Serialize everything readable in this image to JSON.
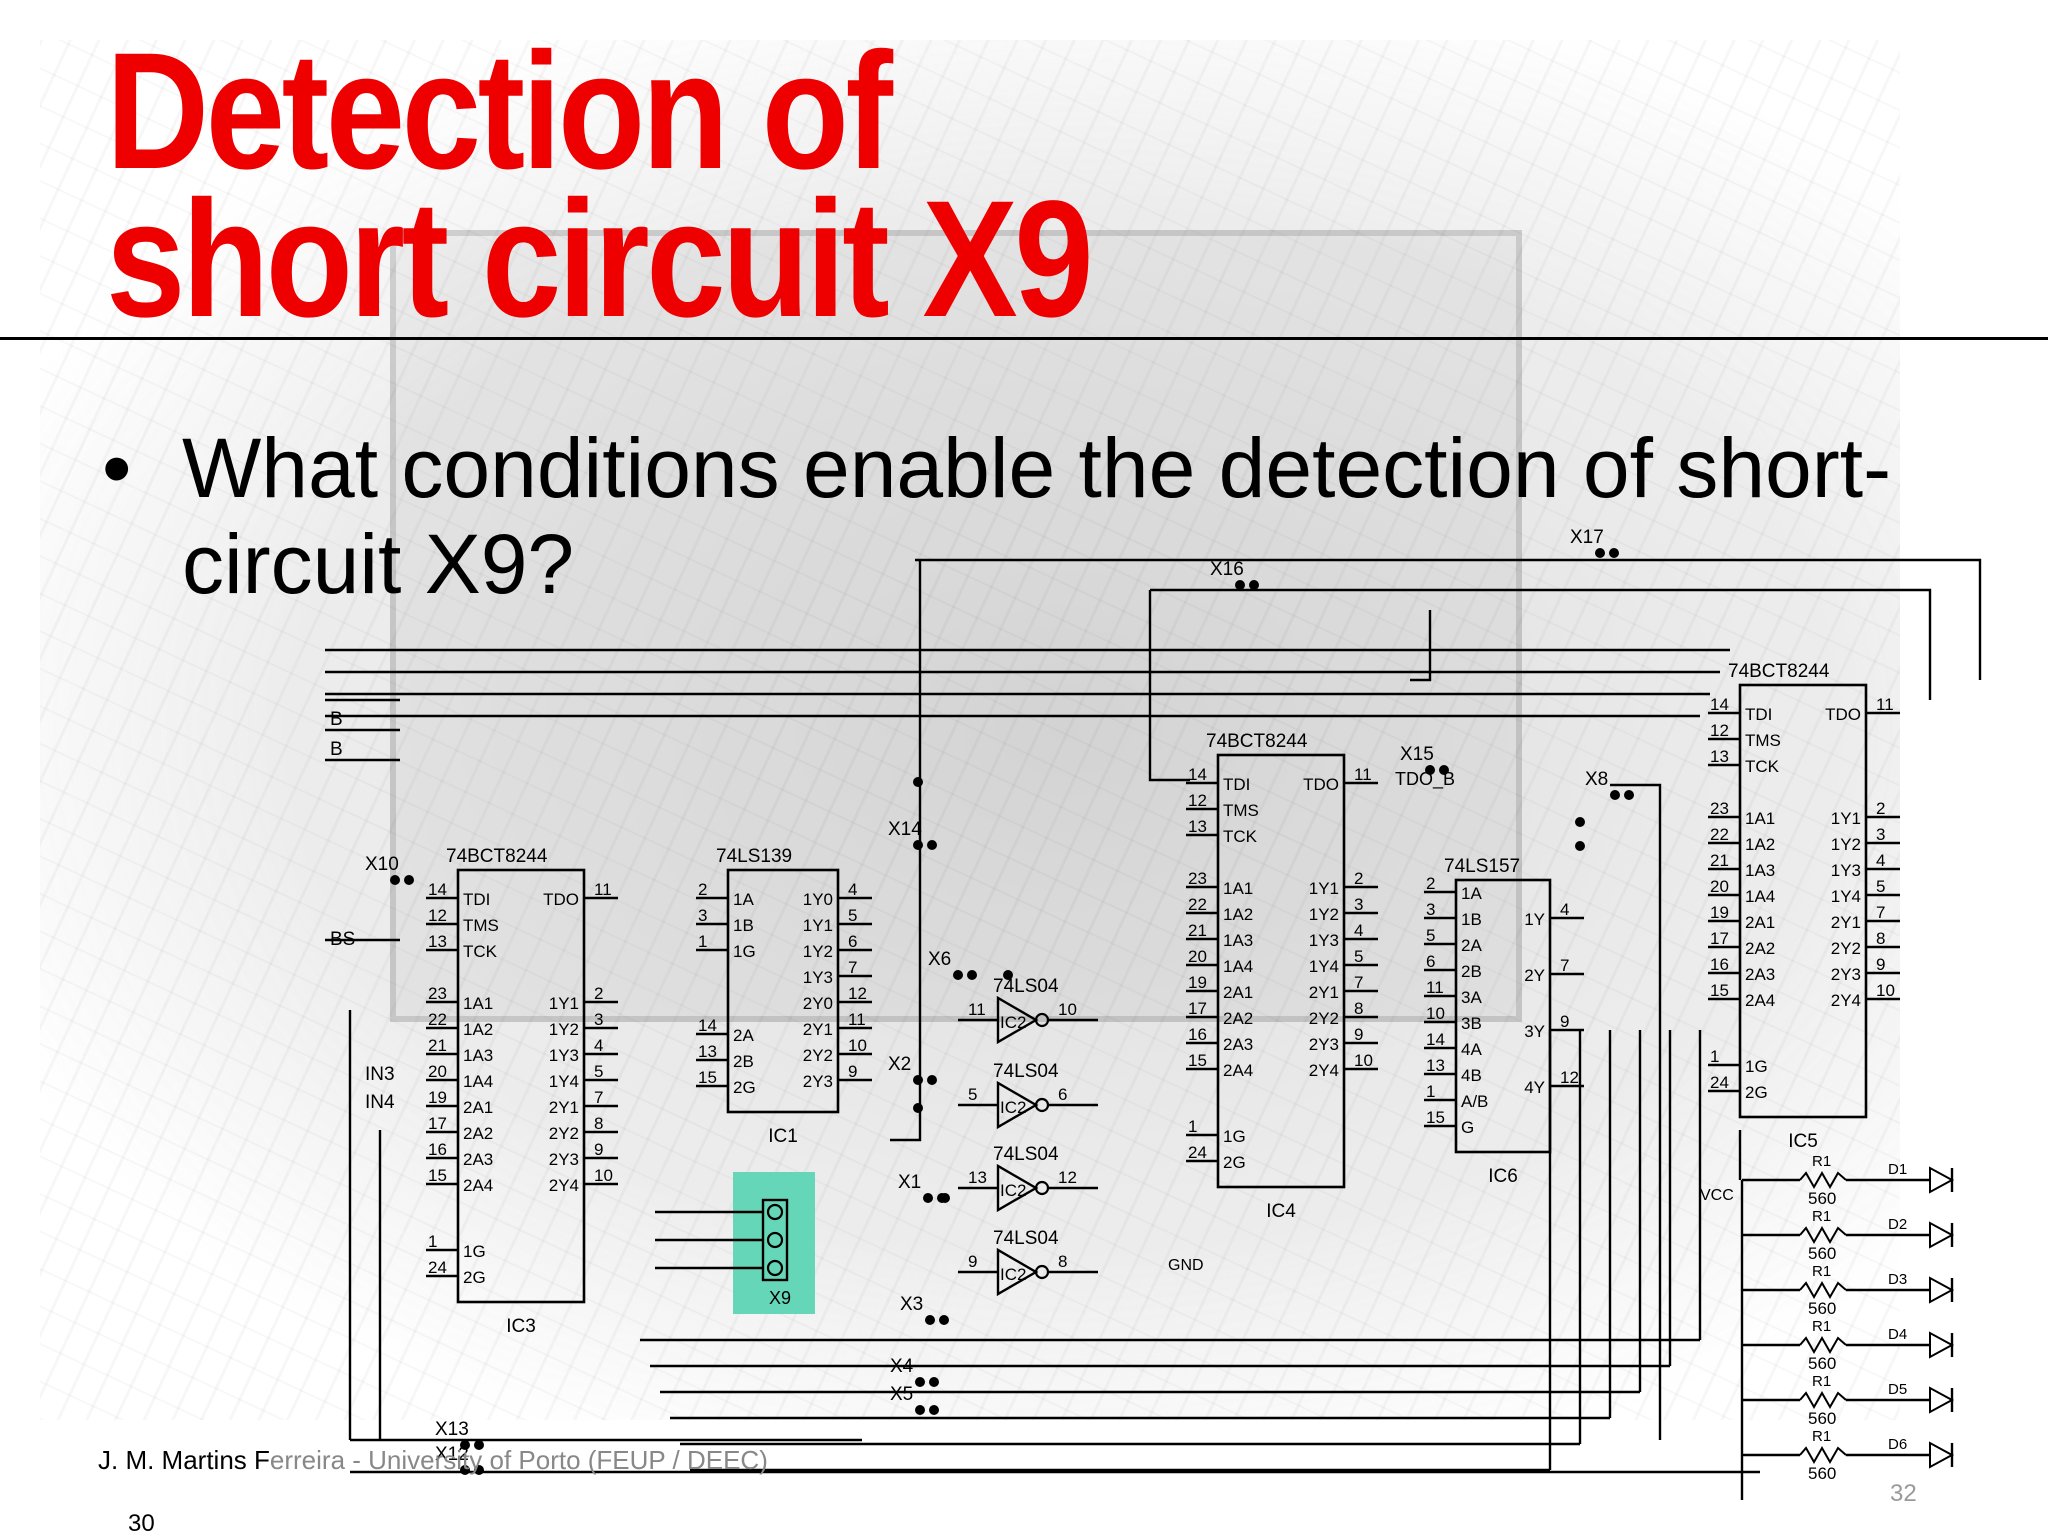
{
  "slide": {
    "title_line1": "Detection of",
    "title_line2": "short circuit X9",
    "bullet": "What conditions enable the detection of short-circuit X9?",
    "footer_author": "J. M. Martins F",
    "footer_affiliation": "erreira - University of Porto (FEUP / DEEC)",
    "page_number": "30",
    "page_number_right": "32"
  },
  "schematic": {
    "ic3": {
      "part": "74BCT8244",
      "ref": "IC3",
      "left_pins": [
        "TDI",
        "TMS",
        "TCK",
        "1A1",
        "1A2",
        "1A3",
        "1A4",
        "2A1",
        "2A2",
        "2A3",
        "2A4",
        "1G",
        "2G"
      ],
      "left_nums": [
        "14",
        "12",
        "13",
        "23",
        "22",
        "21",
        "20",
        "19",
        "17",
        "16",
        "15",
        "1",
        "24"
      ],
      "right_pins": [
        "TDO",
        "1Y1",
        "1Y2",
        "1Y3",
        "1Y4",
        "2Y1",
        "2Y2",
        "2Y3",
        "2Y4"
      ],
      "right_nums": [
        "11",
        "2",
        "3",
        "4",
        "5",
        "7",
        "8",
        "9",
        "10"
      ]
    },
    "ic1": {
      "part": "74LS139",
      "ref": "IC1",
      "left_pins": [
        "1A",
        "1B",
        "1G",
        "2A",
        "2B",
        "2G"
      ],
      "left_nums": [
        "2",
        "3",
        "1",
        "14",
        "13",
        "15"
      ],
      "right_pins": [
        "1Y0",
        "1Y1",
        "1Y2",
        "1Y3",
        "2Y0",
        "2Y1",
        "2Y2",
        "2Y3"
      ],
      "right_nums": [
        "4",
        "5",
        "6",
        "7",
        "12",
        "11",
        "10",
        "9"
      ]
    },
    "ic4": {
      "part": "74BCT8244",
      "ref": "IC4",
      "left_pins": [
        "TDI",
        "TMS",
        "TCK",
        "1A1",
        "1A2",
        "1A3",
        "1A4",
        "2A1",
        "2A2",
        "2A3",
        "2A4",
        "1G",
        "2G"
      ],
      "left_nums": [
        "14",
        "12",
        "13",
        "23",
        "22",
        "21",
        "20",
        "19",
        "17",
        "16",
        "15",
        "1",
        "24"
      ],
      "right_pins": [
        "TDO",
        "1Y1",
        "1Y2",
        "1Y3",
        "1Y4",
        "2Y1",
        "2Y2",
        "2Y3",
        "2Y4"
      ],
      "right_nums": [
        "11",
        "2",
        "3",
        "4",
        "5",
        "7",
        "8",
        "9",
        "10"
      ]
    },
    "ic6": {
      "part": "74LS157",
      "ref": "IC6",
      "left_pins": [
        "1A",
        "1B",
        "2A",
        "2B",
        "3A",
        "3B",
        "4A",
        "4B",
        "A/B",
        "G"
      ],
      "left_nums": [
        "2",
        "3",
        "5",
        "6",
        "11",
        "10",
        "14",
        "13",
        "1",
        "15"
      ],
      "right_pins": [
        "1Y",
        "2Y",
        "3Y",
        "4Y"
      ],
      "right_nums": [
        "4",
        "7",
        "9",
        "12"
      ]
    },
    "ic5": {
      "part": "74BCT8244",
      "ref": "IC5",
      "left_pins": [
        "TDI",
        "TMS",
        "TCK",
        "1A1",
        "1A2",
        "1A3",
        "1A4",
        "2A1",
        "2A2",
        "2A3",
        "2A4",
        "1G",
        "2G"
      ],
      "left_nums": [
        "14",
        "12",
        "13",
        "23",
        "22",
        "21",
        "20",
        "19",
        "17",
        "16",
        "15",
        "1",
        "24"
      ],
      "right_pins": [
        "TDO",
        "1Y1",
        "1Y2",
        "1Y3",
        "1Y4",
        "2Y1",
        "2Y2",
        "2Y3",
        "2Y4"
      ],
      "right_nums": [
        "11",
        "2",
        "3",
        "4",
        "5",
        "7",
        "8",
        "9",
        "10"
      ]
    },
    "inverters": [
      {
        "part": "74LS04",
        "ref": "IC2",
        "in": "11",
        "out": "10"
      },
      {
        "part": "74LS04",
        "ref": "IC2",
        "in": "5",
        "out": "6"
      },
      {
        "part": "74LS04",
        "ref": "IC2",
        "in": "13",
        "out": "12"
      },
      {
        "part": "74LS04",
        "ref": "IC2",
        "in": "9",
        "out": "8"
      }
    ],
    "jumpers": [
      "X1",
      "X2",
      "X3",
      "X4",
      "X5",
      "X6",
      "X8",
      "X9",
      "X10",
      "X12",
      "X13",
      "X14",
      "X15",
      "X16",
      "X17"
    ],
    "signals": [
      "B",
      "B",
      "BS",
      "IN3",
      "IN4",
      "TDO_B",
      "GND",
      "VCC"
    ],
    "leds": [
      "D1",
      "D2",
      "D3",
      "D4",
      "D5",
      "D6"
    ],
    "resistors": {
      "ref": "R1",
      "value": "560"
    },
    "highlight_color": "#66d6b8"
  }
}
